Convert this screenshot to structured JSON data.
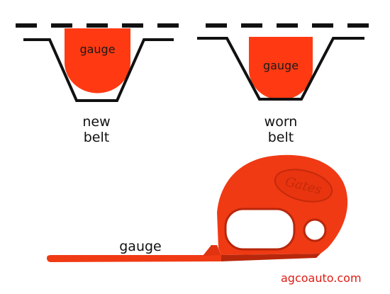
{
  "colors": {
    "gauge_fill": "#ff3a12",
    "gauge_tool": "#f03a14",
    "gauge_tool_shadow": "#b8270b",
    "groove_line": "#111111",
    "credit_text": "#e01b12",
    "background": "#ffffff"
  },
  "panels": {
    "new_belt": {
      "gauge_label": "gauge",
      "caption_line1": "new",
      "caption_line2": "belt"
    },
    "worn_belt": {
      "gauge_label": "gauge",
      "caption_line1": "worn",
      "caption_line2": "belt"
    }
  },
  "tool": {
    "label": "gauge",
    "logo": "Gates"
  },
  "credit": "agcoauto.com"
}
